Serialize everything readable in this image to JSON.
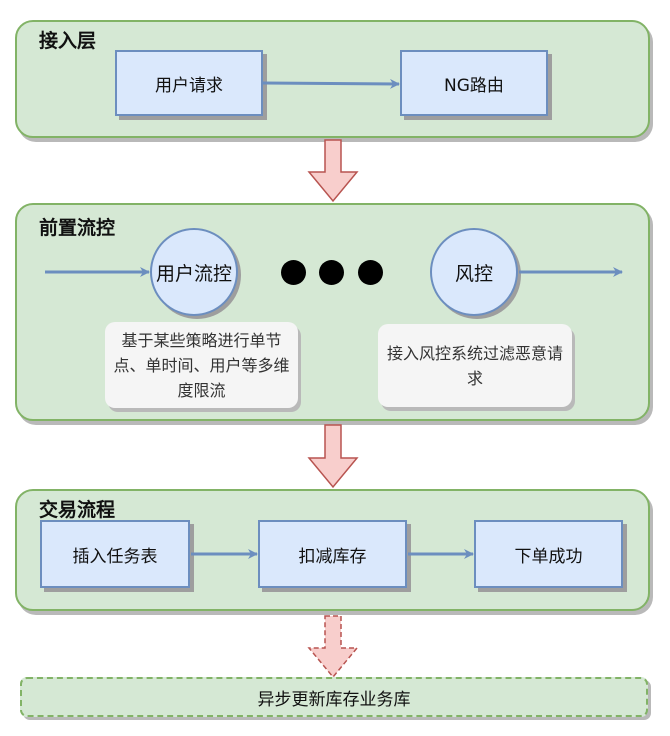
{
  "layers": {
    "access": {
      "title": "接入层",
      "nodes": [
        "用户请求",
        "NG路由"
      ]
    },
    "pre_flow_control": {
      "title": "前置流控",
      "nodes": [
        "用户流控",
        "风控"
      ],
      "ellipsis": "●●●",
      "notes": [
        "基于某些策略进行单节点、单时间、用户等多维度限流",
        "接入风控系统过滤恶意请求"
      ]
    },
    "trade_flow": {
      "title": "交易流程",
      "nodes": [
        "插入任务表",
        "扣减库存",
        "下单成功"
      ]
    }
  },
  "async_step": {
    "label": "异步更新库存业务库"
  },
  "colors": {
    "layer_fill": "#d5e8d4",
    "layer_border": "#82b366",
    "node_fill": "#dae8fc",
    "node_border": "#6c8ebf",
    "flow_arrow_fill": "#f8cecc",
    "flow_arrow_border": "#b85450",
    "note_fill": "#f5f5f5"
  }
}
